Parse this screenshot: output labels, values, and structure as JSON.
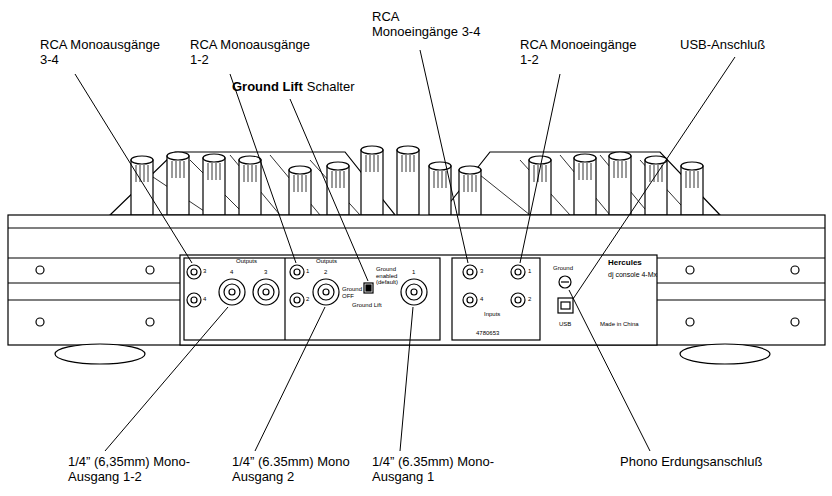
{
  "diagram": {
    "labels": [
      "RCA Monoausgänge 3-4",
      "RCA Monoausgänge 1-2",
      "Ground Lift",
      "Schalter",
      "RCA Monoeingänge 3-4",
      "RCA Monoeingänge 1-2",
      "USB-Anschluß",
      "1/4” (6,35mm) Mono- Ausgang 1-2",
      "1/4” (6.35mm) Mono Ausgang 2",
      "1/4” (6.35mm) Mono- Ausgang 1",
      "Phono Erdungsanschluß",
      "Outputs",
      "3",
      "4",
      "4",
      "3",
      "Outputs",
      "1",
      "2",
      "2",
      "Ground OFF",
      "Ground enabled (default)",
      "Ground Lift",
      "1",
      "3",
      "4",
      "1",
      "2",
      "Inputs",
      "4780653",
      "Ground",
      "Hercules",
      "dj console 4-Mx",
      "USB",
      "Made in China"
    ]
  }
}
